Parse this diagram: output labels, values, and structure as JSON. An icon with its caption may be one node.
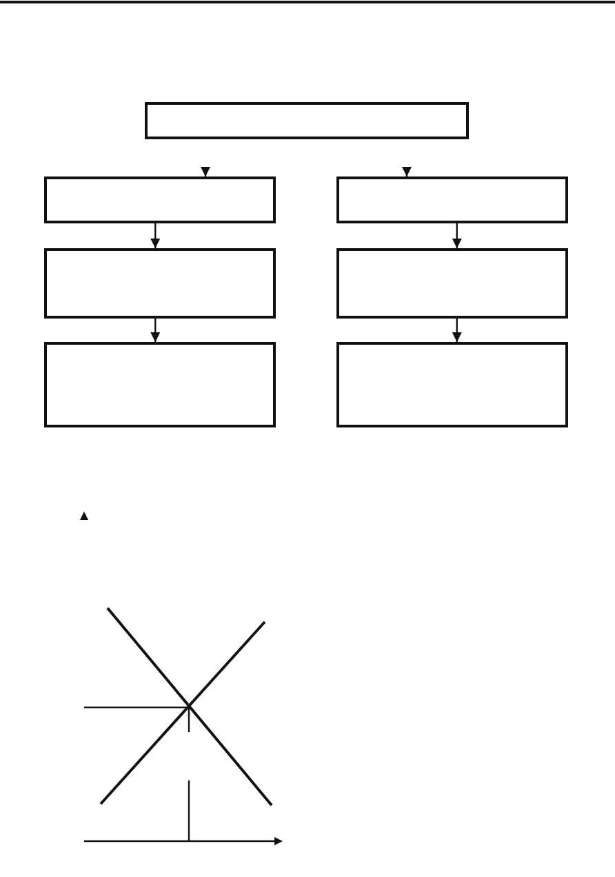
{
  "diagram": {
    "nodes": [
      {
        "text": [],
        "shape": "box"
      },
      {
        "text": [],
        "shape": "box"
      },
      {
        "text": [],
        "shape": "box"
      },
      {
        "text": [],
        "shape": "box"
      },
      {
        "text": [],
        "shape": "box"
      },
      {
        "text": [],
        "shape": "box"
      },
      {
        "text": [],
        "shape": "box"
      }
    ],
    "edges": [
      {
        "from": null,
        "to": 1,
        "arrow": "to"
      },
      {
        "from": null,
        "to": 2,
        "arrow": "to"
      },
      {
        "from": 1,
        "to": 3,
        "arrow": "to"
      },
      {
        "from": 3,
        "to": 5,
        "arrow": "to"
      },
      {
        "from": 2,
        "to": 4,
        "arrow": "to"
      },
      {
        "from": 4,
        "to": 6,
        "arrow": "to"
      }
    ]
  }
}
